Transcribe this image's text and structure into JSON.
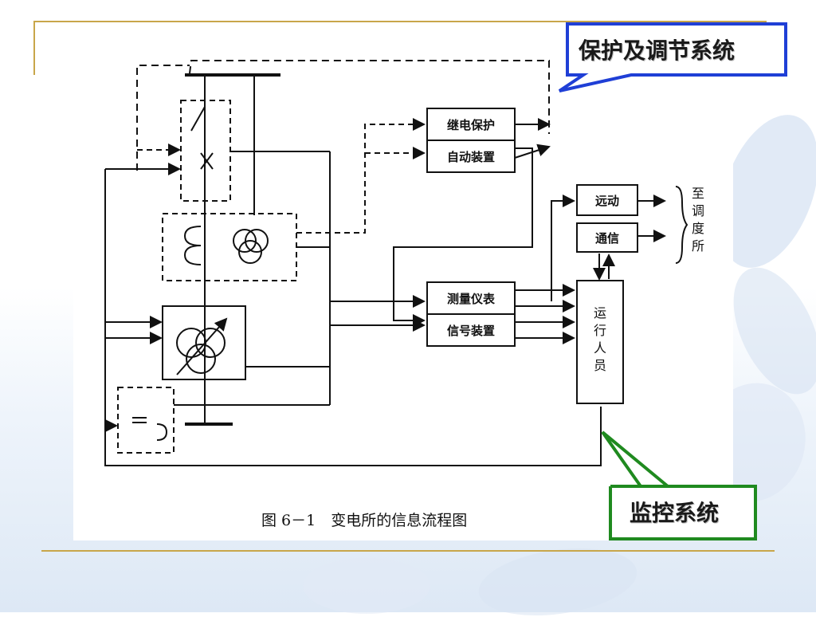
{
  "slide": {
    "callout_protection": "保护及调节系统",
    "callout_monitoring": "监控系统",
    "colors": {
      "gold_rule": "#c8a64a",
      "protection_border": "#1f3fd6",
      "monitoring_border": "#1f8a1f"
    }
  },
  "diagram": {
    "boxes": {
      "relay_protection": "继电保护",
      "auto_device": "自动装置",
      "measuring": "测量仪表",
      "signal": "信号装置",
      "telecontrol": "远动",
      "communication": "通信"
    },
    "operator": [
      "运",
      "行",
      "人",
      "员"
    ],
    "to_dispatch": [
      "至",
      "调",
      "度",
      "所"
    ],
    "caption": "图 6－1　变电所的信息流程图"
  }
}
